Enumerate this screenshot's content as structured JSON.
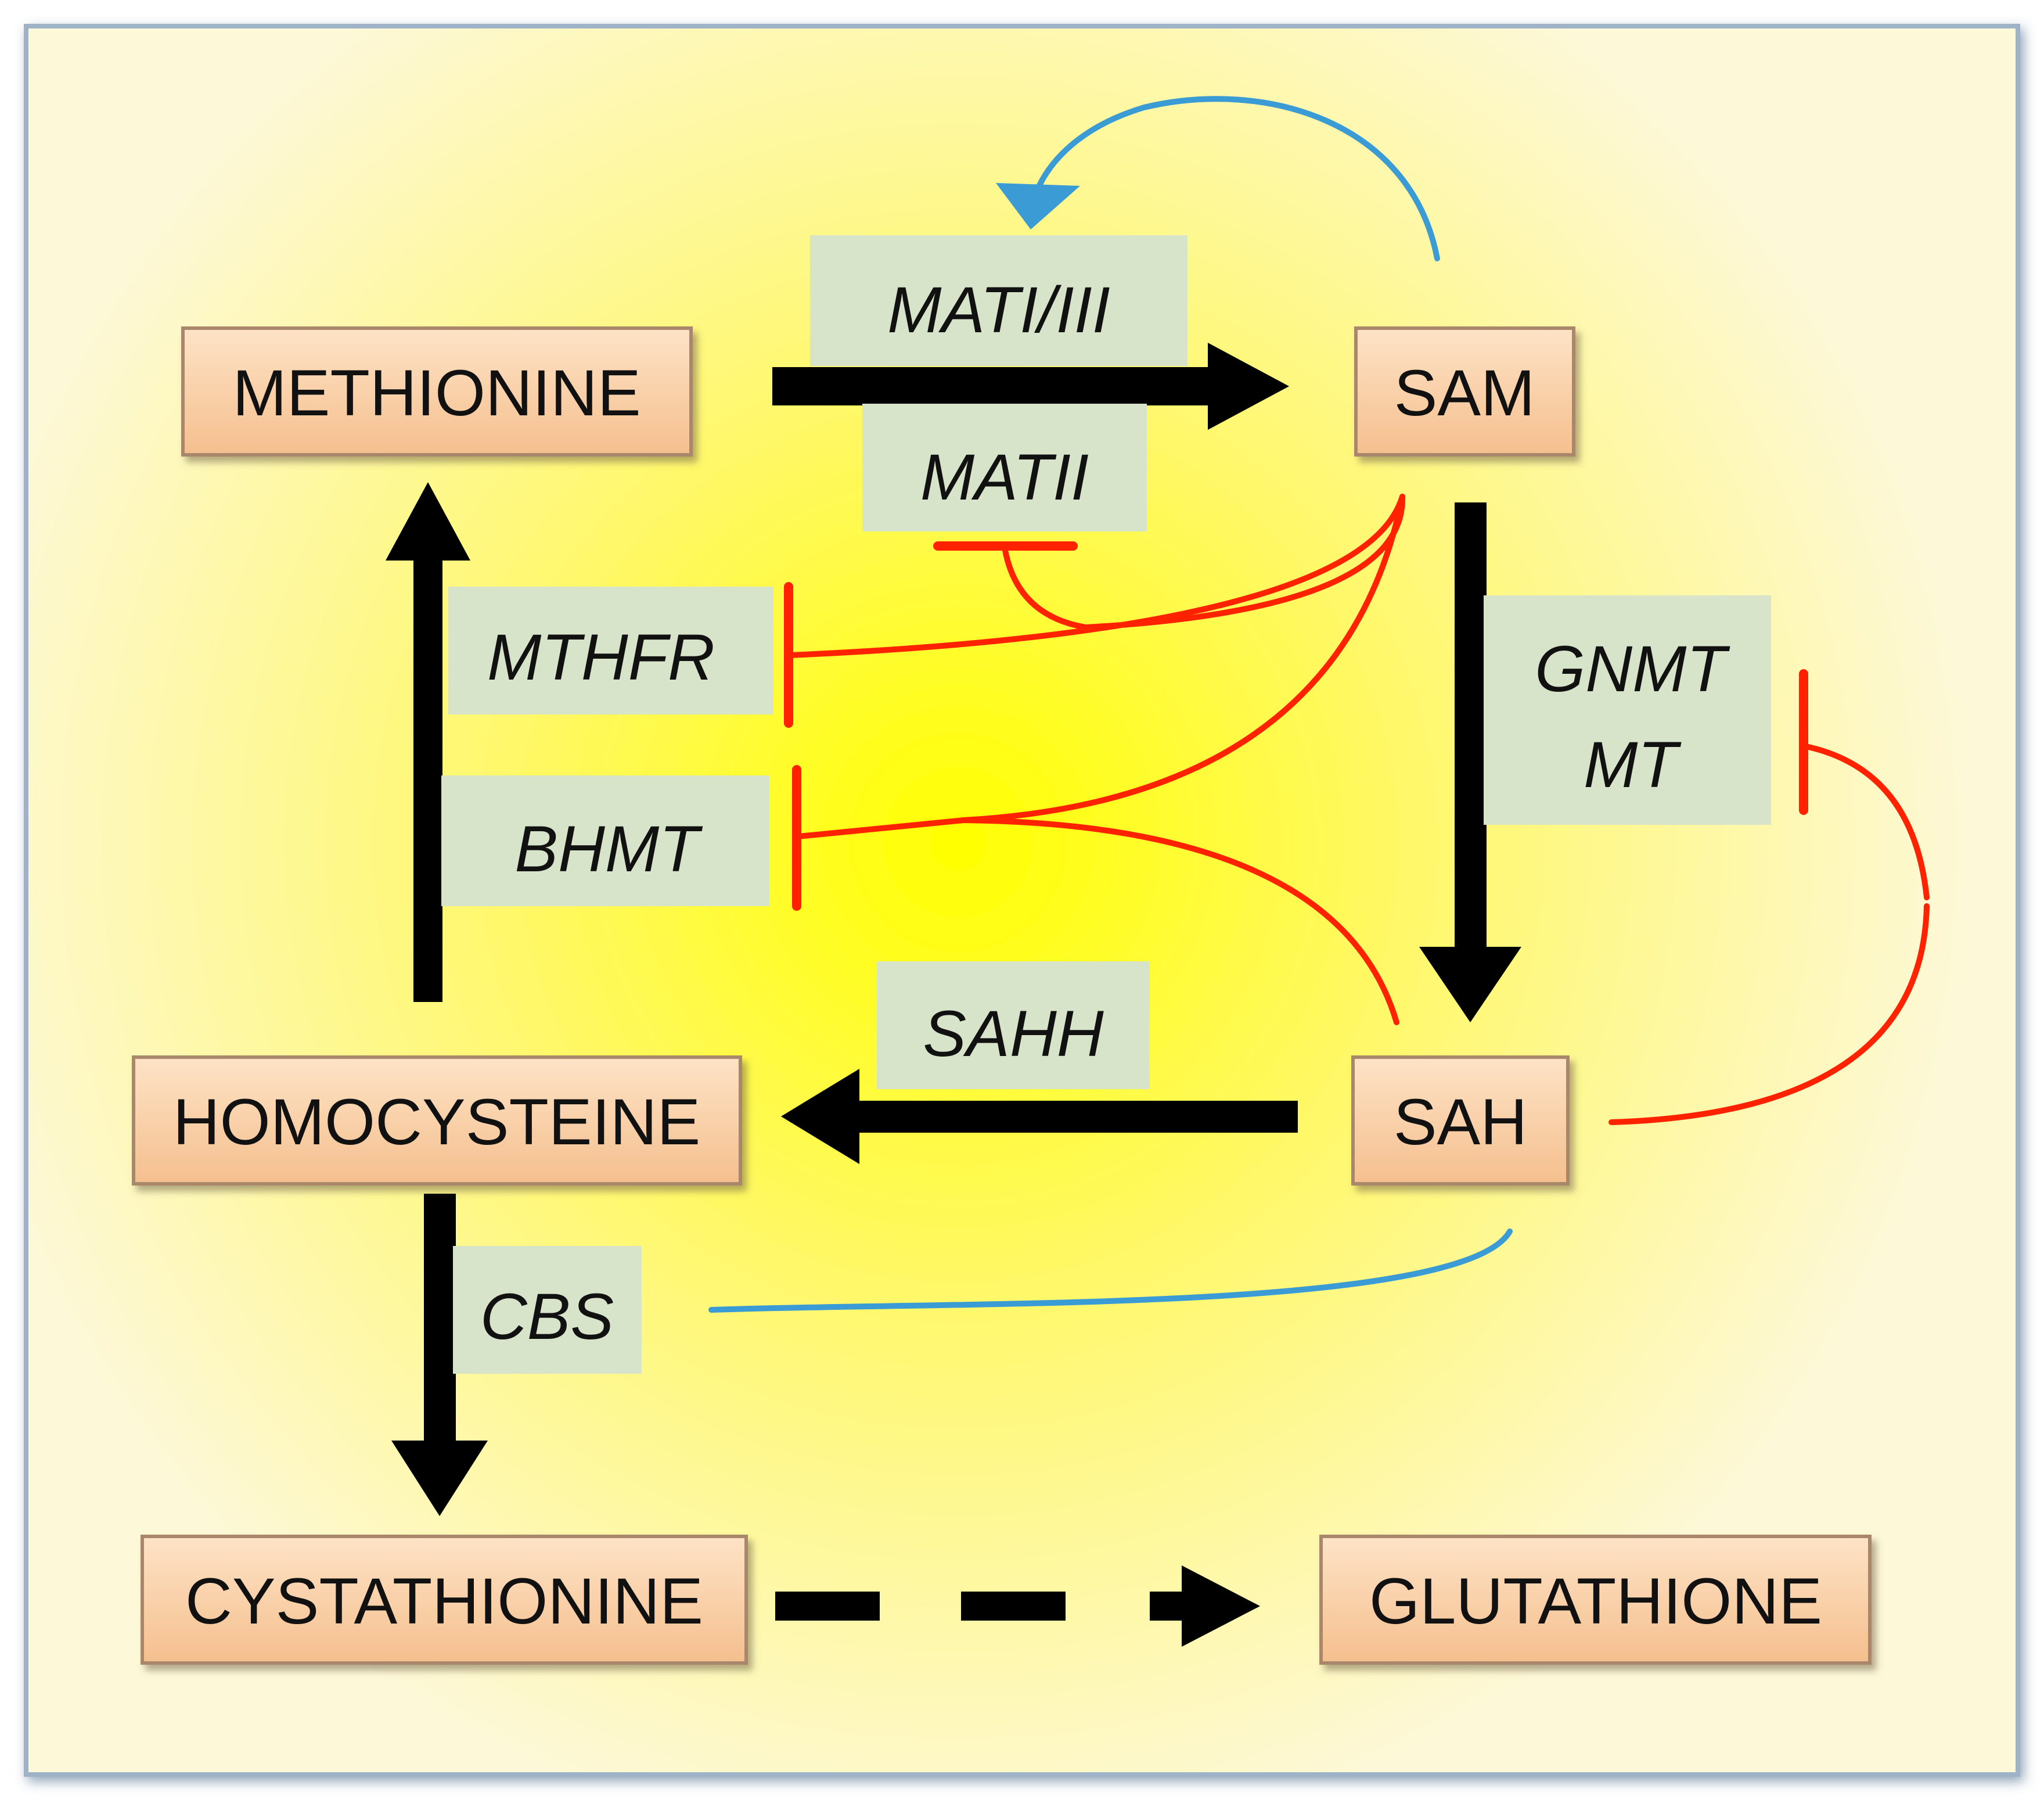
{
  "colors": {
    "background_center": "#ffff00",
    "background_edge": "#fdf8d8",
    "metabolite_box_light": "#fde3c6",
    "metabolite_box_dark": "#f5bf8e",
    "metabolite_box_border": "#a8876a",
    "enzyme_box": "#d8e4c9",
    "pathway_arrow": "#000000",
    "inhibition": "#ff2200",
    "activation": "#3a9bd5"
  },
  "metabolites": {
    "methionine": "METHIONINE",
    "sam": "SAM",
    "sah": "SAH",
    "homocysteine": "HOMOCYSTEINE",
    "cystathionine": "CYSTATHIONINE",
    "glutathione": "GLUTATHIONE"
  },
  "enzymes": {
    "mat_i_iii": "MATI/III",
    "mat_ii": "MATII",
    "mthfr": "MTHFR",
    "bhmt": "BHMT",
    "gnmt": "GNMT",
    "mt": "MT",
    "sahh": "SAHH",
    "cbs": "CBS"
  }
}
